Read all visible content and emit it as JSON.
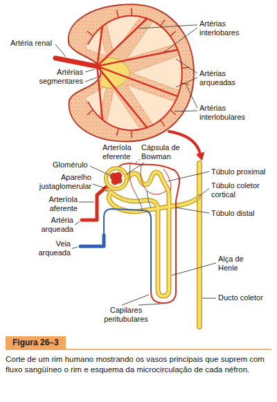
{
  "diagram": {
    "caption": "Corte de um rim humano mostrando os vasos principais que suprem com fluxo sangüíneo o rim e esquema da microcirculação de cada néfron.",
    "nodes": [
      {
        "text": [
          "Figura 26–3"
        ]
      }
    ],
    "labels": [
      "Artérias interlobares",
      "Artéria renal",
      "Artérias segmentares",
      "Artérias arqueadas",
      "Artérias interlobulares",
      "Glomérulo",
      "Arteríola eferente",
      "Cápsula de Bowman",
      "Túbulo proximal",
      "Aparelho justaglomerular",
      "Túbulo coletor cortical",
      "Arteríola aferente",
      "Túbulo distal",
      "Artéria arqueada",
      "Veia arqueada",
      "Alça de Henle",
      "Capilares peritubulares",
      "Ducto coletor"
    ]
  }
}
